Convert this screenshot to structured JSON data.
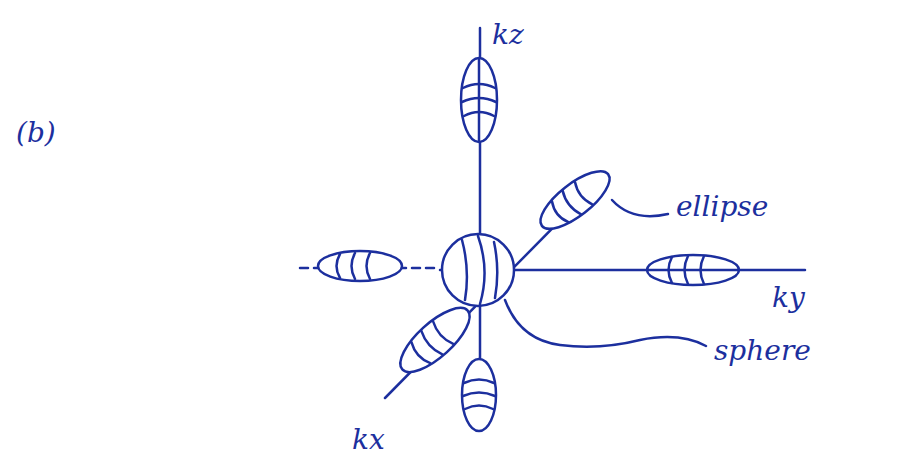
{
  "diagram": {
    "labels": [
      "(b)",
      "kz",
      "ky",
      "kx",
      "ellipse",
      "sphere"
    ]
  }
}
